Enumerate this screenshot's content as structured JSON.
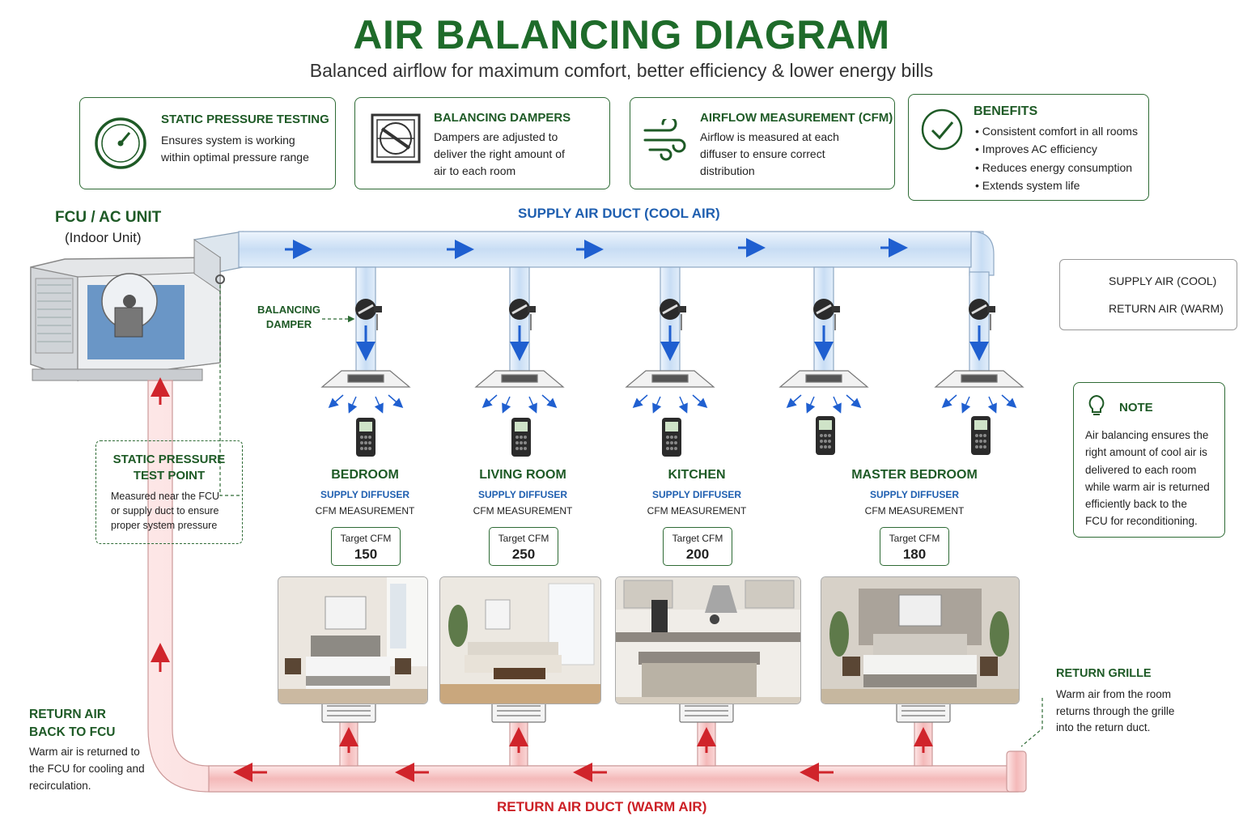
{
  "header": {
    "title": "AIR BALANCING DIAGRAM",
    "subtitle": "Balanced airflow for maximum comfort, better efficiency & lower energy bills"
  },
  "cards": [
    {
      "title": "STATIC PRESSURE TESTING",
      "text1": "Ensures system is working",
      "text2": "within optimal pressure range",
      "icon": "gauge-icon"
    },
    {
      "title": "BALANCING DAMPERS",
      "text1": "Dampers are adjusted to",
      "text2": "deliver the right amount of",
      "text3": "air to each room",
      "icon": "damper-icon"
    },
    {
      "title": "AIRFLOW MEASUREMENT (CFM)",
      "text1": "Airflow is measured at each",
      "text2": "diffuser to ensure correct",
      "text3": "distribution",
      "icon": "wind-icon"
    }
  ],
  "benefits": {
    "title": "BENEFITS",
    "items": [
      "• Consistent comfort in all rooms",
      "• Improves AC efficiency",
      "• Reduces energy consumption",
      "• Extends system life"
    ],
    "icon": "checkmark-circle-icon"
  },
  "fcu": {
    "title": "FCU / AC UNIT",
    "subtitle": "(Indoor Unit)"
  },
  "supply_duct_label": "SUPPLY AIR DUCT (COOL AIR)",
  "return_duct_label": "RETURN AIR DUCT (WARM AIR)",
  "damper_label": {
    "line1": "BALANCING",
    "line2": "DAMPER"
  },
  "static_point": {
    "title1": "STATIC PRESSURE",
    "title2": "TEST POINT",
    "text1": "Measured near the FCU",
    "text2": "or supply duct to ensure",
    "text3": "proper system pressure"
  },
  "return_back": {
    "title1": "RETURN AIR",
    "title2": "BACK TO FCU",
    "text1": "Warm air is returned to",
    "text2": "the FCU for cooling and",
    "text3": "recirculation."
  },
  "return_grille": {
    "title": "RETURN GRILLE",
    "text1": "Warm air from the room",
    "text2": "returns through the grille",
    "text3": "into the return duct."
  },
  "legend": {
    "supply": "SUPPLY AIR (COOL)",
    "return": "RETURN AIR (WARM)",
    "supply_color": "#1f5fd0",
    "return_color": "#d0242b"
  },
  "note": {
    "title": "NOTE",
    "lines": [
      "Air balancing ensures the",
      "right amount of cool air is",
      "delivered to each room",
      "while warm air is returned",
      "efficiently back to the",
      "FCU for reconditioning."
    ],
    "icon": "lightbulb-icon"
  },
  "rooms": [
    {
      "name": "BEDROOM",
      "sub": "SUPPLY DIFFUSER",
      "sub2": "CFM MEASUREMENT",
      "cfm_label": "Target CFM",
      "cfm": "150"
    },
    {
      "name": "LIVING ROOM",
      "sub": "SUPPLY DIFFUSER",
      "sub2": "CFM MEASUREMENT",
      "cfm_label": "Target CFM",
      "cfm": "250"
    },
    {
      "name": "KITCHEN",
      "sub": "SUPPLY DIFFUSER",
      "sub2": "CFM MEASUREMENT",
      "cfm_label": "Target CFM",
      "cfm": "200"
    },
    {
      "name": "MASTER BEDROOM",
      "sub": "SUPPLY DIFFUSER",
      "sub2": "CFM MEASUREMENT",
      "cfm_label": "Target CFM",
      "cfm": "180"
    }
  ],
  "colors": {
    "green": "#1e6b2a",
    "blue": "#1f5fb0",
    "red": "#cc2026",
    "duct_blue": "#d6e6f7",
    "duct_red": "#f6c9c9"
  }
}
